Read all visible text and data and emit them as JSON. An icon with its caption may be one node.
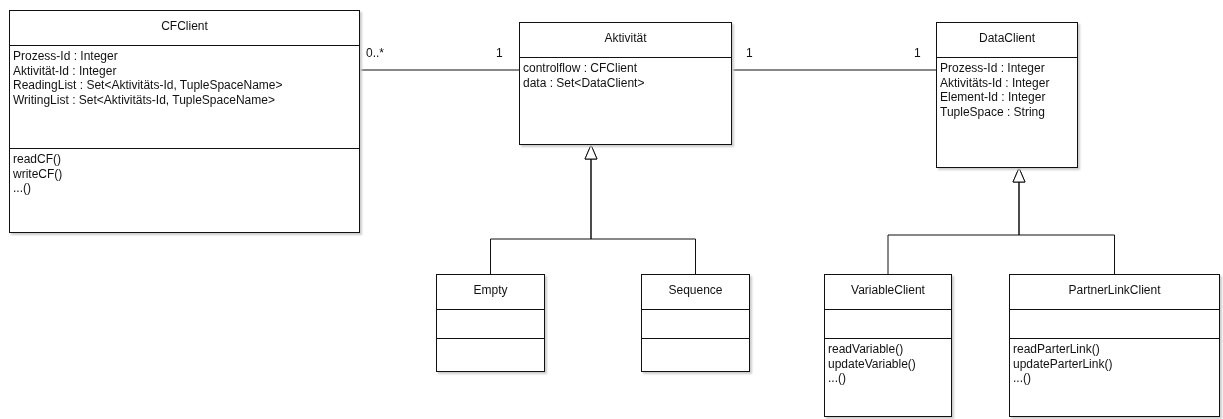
{
  "diagram": {
    "nodes": [
      {
        "text": [
          "CFClient"
        ]
      },
      {
        "text": [
          "Prozess-Id : Integer",
          "Aktivität-Id : Integer",
          "ReadingList : Set<Aktivitäts-Id, TupleSpaceName>",
          "WritingList : Set<Aktivitäts-Id, TupleSpaceName>"
        ],
        "in": 0
      },
      {
        "text": [
          "readCF()",
          "writeCF()",
          "...()"
        ],
        "in": 0
      },
      {
        "text": [
          "Aktivität"
        ]
      },
      {
        "text": [
          "controlflow : CFClient",
          "data : Set<DataClient>"
        ],
        "in": 3
      },
      {
        "text": [
          "DataClient"
        ]
      },
      {
        "text": [
          "Prozess-Id : Integer",
          "Aktivitäts-Id : Integer",
          "Element-Id : Integer",
          "TupleSpace : String"
        ],
        "in": 5
      },
      {
        "text": [
          "Empty"
        ]
      },
      {
        "text": [],
        "shape": "box",
        "in": 7
      },
      {
        "text": [],
        "shape": "box",
        "in": 7
      },
      {
        "text": [
          "Sequence"
        ]
      },
      {
        "text": [],
        "shape": "box",
        "in": 10
      },
      {
        "text": [],
        "shape": "box",
        "in": 10
      },
      {
        "text": [
          "VariableClient"
        ]
      },
      {
        "text": [],
        "shape": "box",
        "in": 13
      },
      {
        "text": [
          "readVariable()",
          "updateVariable()",
          "...()"
        ],
        "in": 13
      },
      {
        "text": [
          "PartnerLinkClient"
        ]
      },
      {
        "text": [],
        "shape": "box",
        "in": 16
      },
      {
        "text": [
          "readParterLink()",
          "updateParterLink()",
          "...()"
        ],
        "in": 16
      }
    ],
    "edges": [
      {
        "from": 0,
        "to": 3,
        "arrow": "none"
      },
      {
        "from": 3,
        "to": 5,
        "arrow": "none"
      },
      {
        "from": 7,
        "to": 3,
        "arrow": "to"
      },
      {
        "from": 10,
        "to": 3,
        "arrow": "to"
      },
      {
        "from": 13,
        "to": 5,
        "arrow": "to"
      },
      {
        "from": 16,
        "to": 5,
        "arrow": "to"
      }
    ],
    "labels": [
      "0..*",
      "1",
      "1",
      "1"
    ]
  }
}
